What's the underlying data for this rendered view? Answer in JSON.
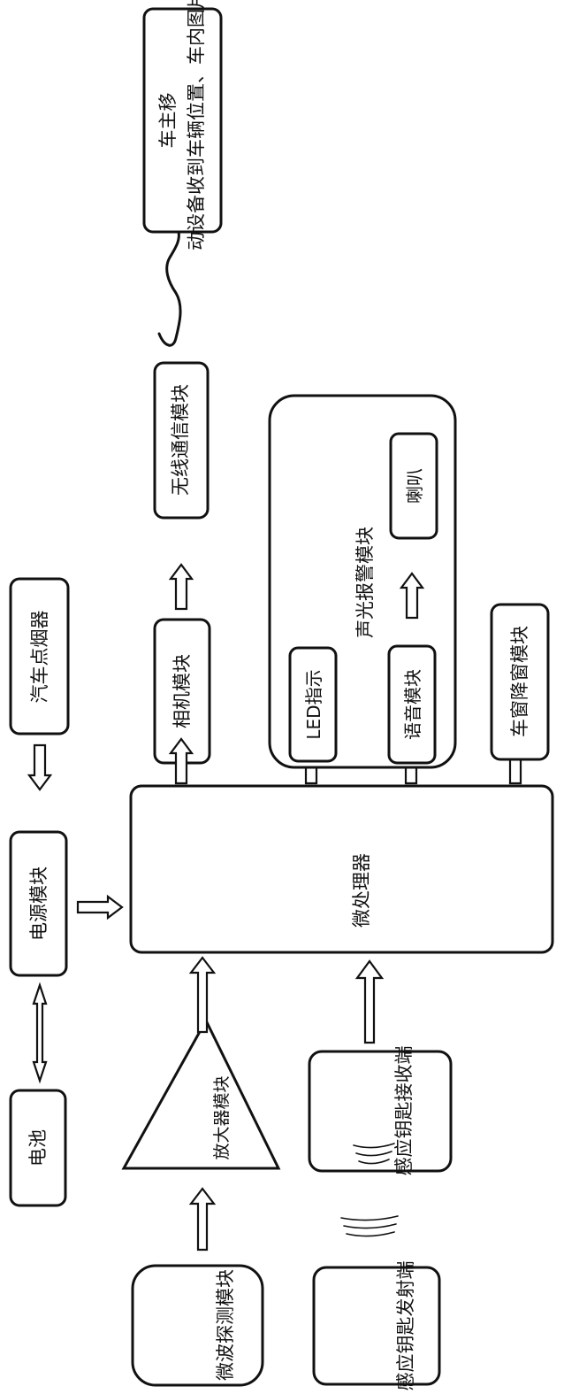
{
  "labels": {
    "phone": "车主移动设备收到车辆位置、车内图片",
    "wireless": "无线通信模块",
    "camera": "相机模块",
    "lighter": "汽车点烟器",
    "power": "电源模块",
    "battery": "电池",
    "mcu": "微处理器",
    "alarm_group": "声光报警模块",
    "led": "LED指示",
    "speaker": "喇叭",
    "voice": "语音模块",
    "window": "车窗降窗模块",
    "amplifier": "放大器模块",
    "microwave": "微波探测模块",
    "key_receiver": "感应钥匙接收端",
    "key_transmitter": "感应钥匙发射端"
  }
}
